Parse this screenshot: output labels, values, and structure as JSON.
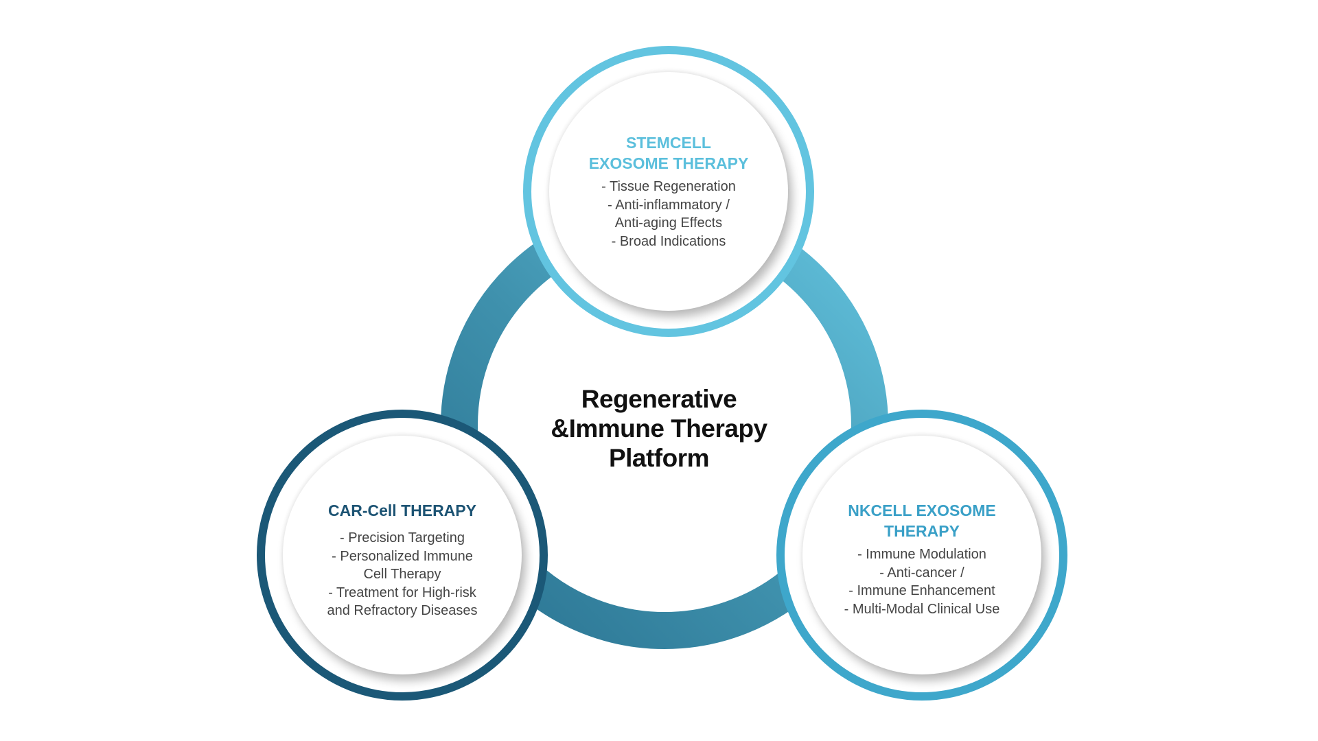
{
  "center": {
    "title_lines": [
      "Regenerative",
      "&Immune Therapy",
      "Platform"
    ]
  },
  "nodes": {
    "stemcell": {
      "title_lines": [
        "STEMCELL",
        "EXOSOME THERAPY"
      ],
      "items": [
        "- Tissue Regeneration",
        "- Anti-inflammatory /",
        "Anti-aging Effects",
        "- Broad Indications"
      ]
    },
    "carcell": {
      "title_lines": [
        "CAR-Cell THERAPY"
      ],
      "items": [
        "- Precision Targeting",
        "- Personalized Immune",
        "Cell Therapy",
        "- Treatment for High-risk",
        "and Refractory Diseases"
      ]
    },
    "nkcell": {
      "title_lines": [
        "NKCELL EXOSOME",
        "THERAPY"
      ],
      "items": [
        "- Immune Modulation",
        "- Anti-cancer /",
        "- Immune Enhancement",
        "- Multi-Modal Clinical Use"
      ]
    }
  },
  "colors": {
    "stemcell": "#62c4e0",
    "carcell": "#1b5877",
    "nkcell": "#3ea7cb",
    "ring_light": "#63c3de",
    "ring_dark": "#2a7391"
  }
}
